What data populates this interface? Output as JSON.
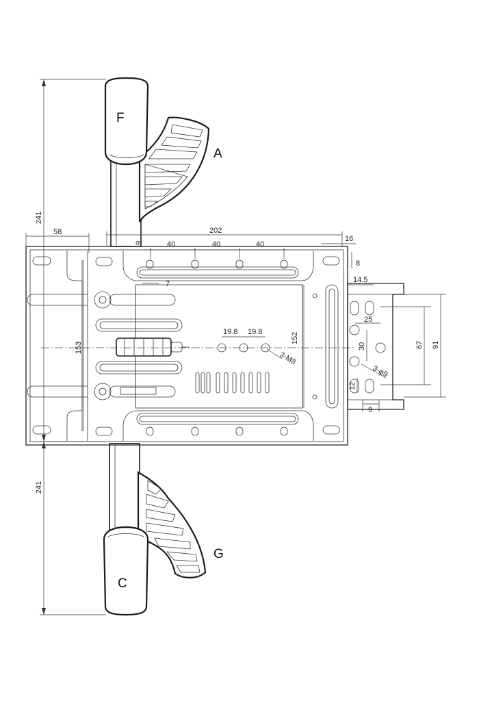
{
  "parts": {
    "F": "F",
    "A": "A",
    "C": "C",
    "G": "G"
  },
  "dims": {
    "241": "241",
    "58": "58",
    "202": "202",
    "16": "16",
    "8": "8",
    "9": "9",
    "40": "40",
    "7": "7",
    "14_5": "14.5",
    "25": "25",
    "153": "153",
    "152": "152",
    "19_8": "19.8",
    "3_M8": "3-M8",
    "67": "67",
    "91": "91",
    "30": "30",
    "3_phi9": "3-φ9",
    "12": "12"
  }
}
